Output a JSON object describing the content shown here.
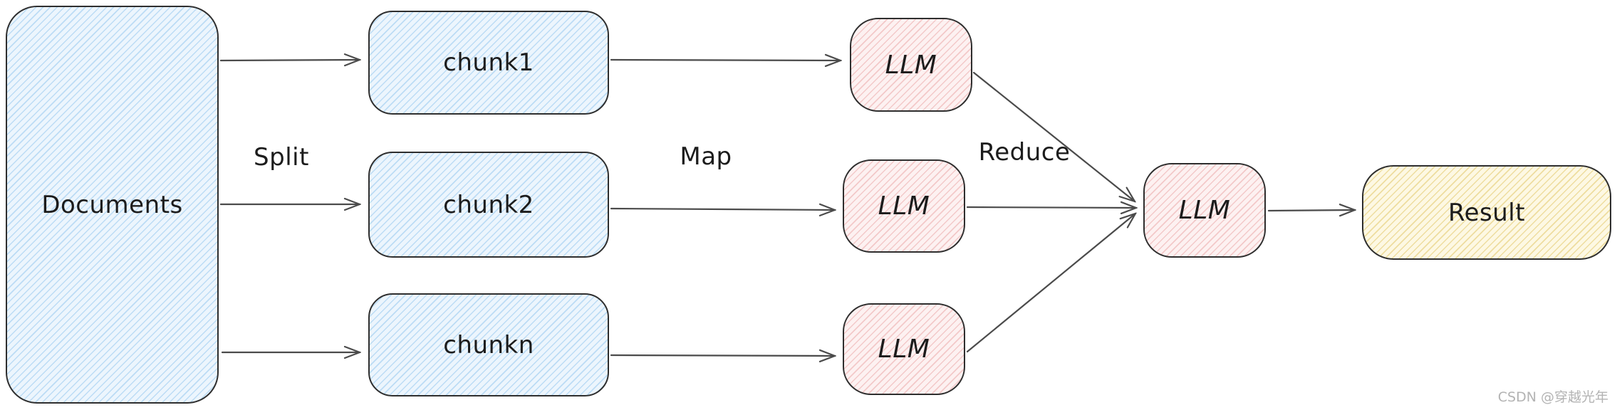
{
  "nodes": {
    "documents": {
      "label": "Documents"
    },
    "chunk1": {
      "label": "chunk1"
    },
    "chunk2": {
      "label": "chunk2"
    },
    "chunkn": {
      "label": "chunkn"
    },
    "llm_map_1": {
      "label": "LLM"
    },
    "llm_map_2": {
      "label": "LLM"
    },
    "llm_map_3": {
      "label": "LLM"
    },
    "llm_reduce": {
      "label": "LLM"
    },
    "result": {
      "label": "Result"
    }
  },
  "stage_labels": {
    "split": "Split",
    "map": "Map",
    "reduce": "Reduce"
  },
  "colors": {
    "stroke": "#2e2e2e",
    "arrow": "#4b4b4b",
    "text": "#1c1c1c",
    "doc_fill": "#ecf5fd",
    "doc_hatch": "#bcdcf5",
    "llm_fill": "#fdf1f1",
    "llm_hatch": "#f3c9c9",
    "result_fill": "#fdf8e3",
    "result_hatch": "#eedd9f",
    "watermark": "#b3b3b3"
  },
  "watermark": "CSDN @穿越光年"
}
